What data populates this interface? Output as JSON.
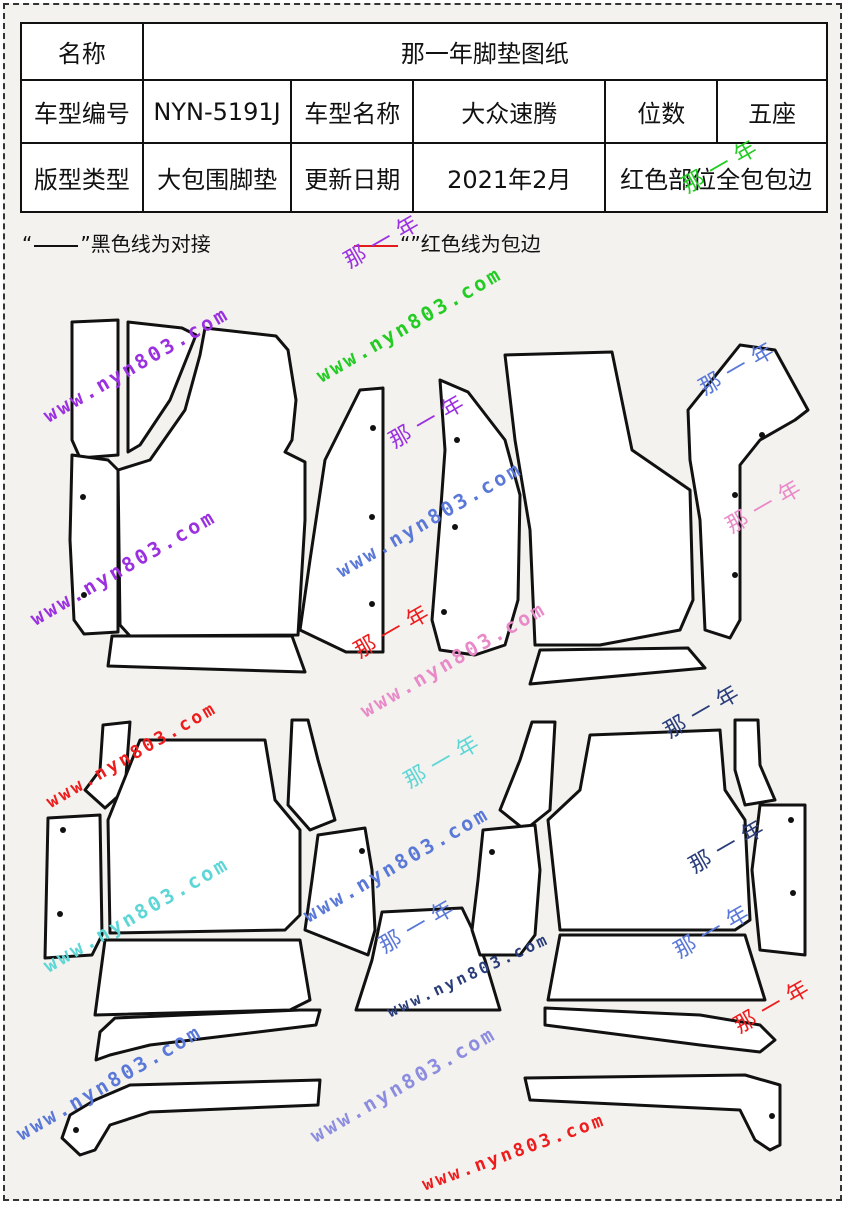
{
  "table": {
    "r1": {
      "label": "名称",
      "value": "那一年脚垫图纸"
    },
    "r2": {
      "model_no_label": "车型编号",
      "model_no": "NYN-5191J",
      "model_name_label": "车型名称",
      "model_name": "大众速腾",
      "seats_label": "位数",
      "seats": "五座"
    },
    "r3": {
      "type_label": "版型类型",
      "type": "大包围脚垫",
      "date_label": "更新日期",
      "date": "2021年2月",
      "note": "红色部位全包包边"
    }
  },
  "legend": {
    "black": {
      "open": "“",
      "close": "”黑色线为对接"
    },
    "red": {
      "open": "“",
      "close": "”红色线为包边"
    }
  },
  "watermarks": {
    "url": "www.nyn803.com",
    "brand": "那一年"
  },
  "colors": {
    "outline": "#111111",
    "red_line": "#e21b1b",
    "wm_purple": "#9b30e0",
    "wm_green": "#22cc22",
    "wm_blue": "#5a78d8",
    "wm_pink": "#e98ac8",
    "wm_red": "#ee1c1c",
    "wm_cyan": "#5fd6d6",
    "wm_navy": "#2a3d7a"
  }
}
